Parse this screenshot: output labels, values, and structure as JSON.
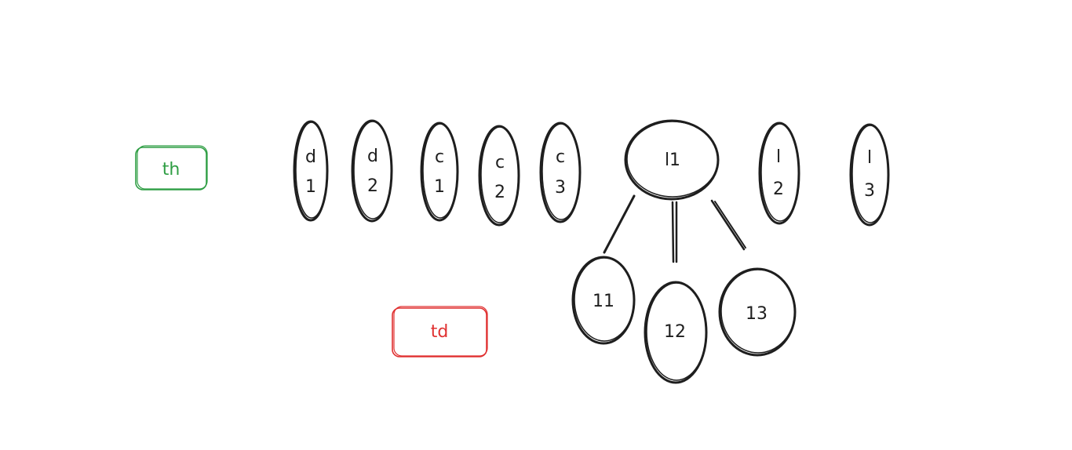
{
  "colors": {
    "ink": "#1e1e1e",
    "th": "#2f9e44",
    "td": "#e03131",
    "background": "#ffffff"
  },
  "labels": {
    "th": "th",
    "td": "td"
  },
  "nodes": {
    "d1": [
      "d",
      "1"
    ],
    "d2": [
      "d",
      "2"
    ],
    "c1": [
      "c",
      "1"
    ],
    "c2": [
      "c",
      "2"
    ],
    "c3": [
      "c",
      "3"
    ],
    "l1": [
      "l1"
    ],
    "l2": [
      "l",
      "2"
    ],
    "l3": [
      "l",
      "3"
    ],
    "n11": [
      "11"
    ],
    "n12": [
      "12"
    ],
    "n13": [
      "13"
    ]
  }
}
